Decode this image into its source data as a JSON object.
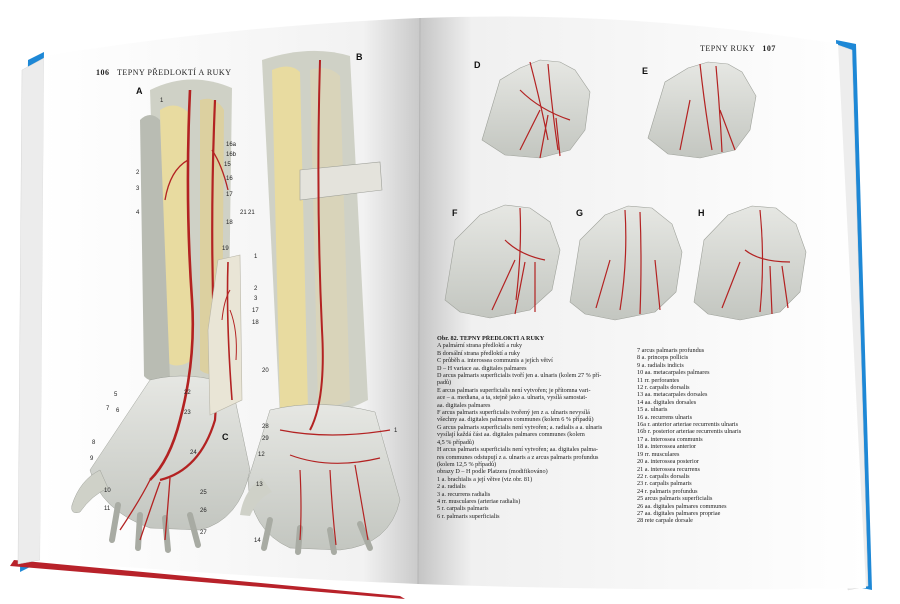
{
  "left_page": {
    "page_number": "106",
    "running_head": "TEPNY PŘEDLOKTÍ A RUKY",
    "figure_letters": [
      "A",
      "B",
      "C"
    ],
    "labels_A": [
      "1",
      "2",
      "3",
      "4",
      "5",
      "6",
      "7",
      "8",
      "9",
      "10",
      "11",
      "15",
      "16a",
      "16b",
      "16",
      "17",
      "18",
      "19",
      "21",
      "22",
      "23",
      "24",
      "25",
      "26",
      "27"
    ],
    "labels_C": [
      "1",
      "2",
      "3",
      "17",
      "18"
    ],
    "labels_B": [
      "1",
      "12",
      "13",
      "14",
      "20",
      "21",
      "28",
      "29"
    ]
  },
  "right_page": {
    "page_number": "107",
    "running_head": "TEPNY RUKY",
    "figure_letters": [
      "D",
      "E",
      "F",
      "G",
      "H"
    ]
  },
  "caption": {
    "title": "Obr. 82. TEPNY PŘEDLOKTÍ A RUKY",
    "left_column": [
      "A  palmární strana předloktí a ruky",
      "B  dorsální strana předloktí a ruky",
      "C  průběh a. interossea communis a jejích větví",
      "D – H variace aa. digitales palmares",
      "D  arcus palmaris superficialis tvoří jen a. ulnaris (kolem 27 % pří-",
      "    padů)",
      "E  arcus palmaris superficialis není vytvořen; je přítomna vari-",
      "    ace – a. mediana, a ta, stejně jako a. ulnaris, vysílá samostat-",
      "    aa. digitales palmares",
      "F  arcus palmaris superficialis tvořený jen z a. ulnaris nevysílá",
      "    všechny aa. digitales palmares communes (kolem 6 % případů)",
      "G  arcus palmaris superficialis není vytvořen; a. radialis a a. ulnaris",
      "    vysílají každá část aa. digitales palmares communes (kolem",
      "    4,5 % případů)",
      "H  arcus palmaris superficialis není vytvořen; aa. digitales palma-",
      "    res communes odstupují z a. ulnaris a z arcus palmaris profundus",
      "    (kolem 12,5 % případů)",
      "obrazy D – H podle Platzera (modifikováno)",
      "1  a. brachialis a její větve (viz obr. 81)",
      "2  a. radialis",
      "3  a. recurrens radialis",
      "4  rr. musculares (arteriae radialis)",
      "5  r. carpalis palmaris",
      "6  r. palmaris superficialis"
    ],
    "right_column": [
      "7  arcus palmaris profundus",
      "8  a. princeps pollicis",
      "9  a. radialis indicis",
      "10  aa. metacarpales palmares",
      "11  rr. perforantes",
      "12  r. carpalis dorsalis",
      "13  aa. metacarpales dorsales",
      "14  aa. digitales dorsales",
      "15  a. ulnaris",
      "16  a. recurrens ulnaris",
      "    16a  r. anterior arteriae recurrentis ulnaris",
      "    16b  r. posterior arteriae recurrentis ulnaris",
      "17  a. interossea communis",
      "18  a. interossea anterior",
      "19  rr. musculares",
      "20  a. interossea posterior",
      "21  a. interossea recurrens",
      "22  r. carpalis dorsalis",
      "23  r. carpalis palmaris",
      "24  r. palmaris profundus",
      "25  arcus palmaris superficialis",
      "26  aa. digitales palmares communes",
      "27  aa. digitales palmares propriae",
      "28  rete carpale dorsale"
    ]
  },
  "colors": {
    "cover_blue": "#1e88d6",
    "cover_red": "#b8222a",
    "artery_red": "#b32222",
    "muscle_tone": "#c9cbbf",
    "tendon_yellow": "#e8dba0"
  }
}
